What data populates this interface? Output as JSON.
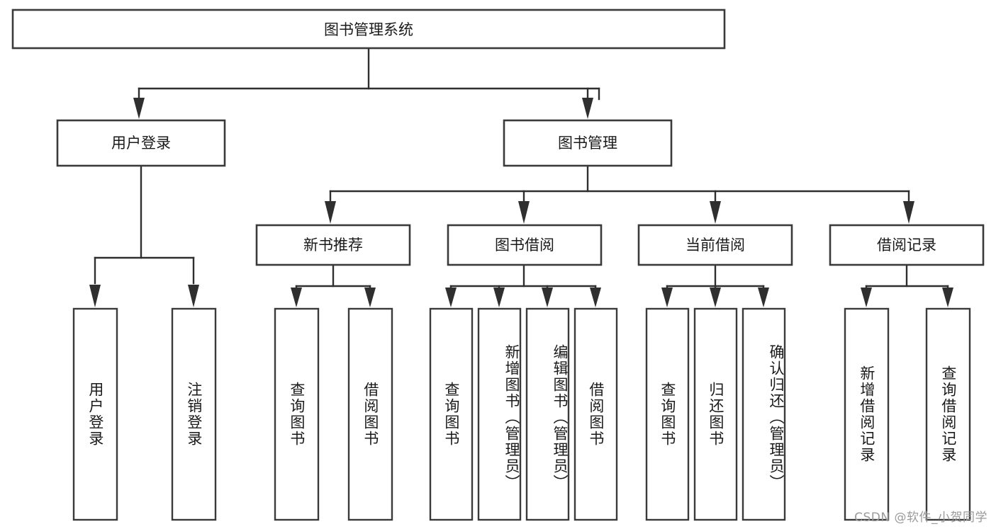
{
  "diagram": {
    "title": "图书管理系统",
    "watermark": "CSDN @软件_小贺同学",
    "colors": {
      "box_stroke": "#3a3a3a",
      "connector": "#2f2f2f",
      "background": "#ffffff",
      "text": "#1a1a1a",
      "watermark": "#9a9a9a"
    },
    "root": {
      "label": "图书管理系统"
    },
    "level1": [
      {
        "label": "用户登录"
      },
      {
        "label": "图书管理"
      }
    ],
    "level2": [
      {
        "label": "新书推荐"
      },
      {
        "label": "图书借阅"
      },
      {
        "label": "当前借阅"
      },
      {
        "label": "借阅记录"
      }
    ],
    "leaves": {
      "user_login": [
        "用户登录",
        "注销登录"
      ],
      "new_book_recommend": [
        "查询图书",
        "借阅图书"
      ],
      "book_borrow": [
        "查询图书",
        "新增图书（管理员）",
        "编辑图书（管理员）",
        "借阅图书"
      ],
      "current_borrow": [
        "查询图书",
        "归还图书",
        "确认归还（管理员）"
      ],
      "borrow_record": [
        "新增借阅记录",
        "查询借阅记录"
      ]
    }
  },
  "chart_data": {
    "type": "table",
    "title": "图书管理系统",
    "nodes": [
      {
        "id": "root",
        "label": "图书管理系统",
        "level": 0,
        "parent": null
      },
      {
        "id": "user-login",
        "label": "用户登录",
        "level": 1,
        "parent": "root"
      },
      {
        "id": "book-manage",
        "label": "图书管理",
        "level": 1,
        "parent": "root"
      },
      {
        "id": "new-book",
        "label": "新书推荐",
        "level": 2,
        "parent": "book-manage"
      },
      {
        "id": "book-borrow",
        "label": "图书借阅",
        "level": 2,
        "parent": "book-manage"
      },
      {
        "id": "current-borrow",
        "label": "当前借阅",
        "level": 2,
        "parent": "book-manage"
      },
      {
        "id": "borrow-record",
        "label": "借阅记录",
        "level": 2,
        "parent": "book-manage"
      },
      {
        "id": "leaf-1",
        "label": "用户登录",
        "level": 2,
        "parent": "user-login"
      },
      {
        "id": "leaf-2",
        "label": "注销登录",
        "level": 2,
        "parent": "user-login"
      },
      {
        "id": "leaf-3",
        "label": "查询图书",
        "level": 3,
        "parent": "new-book"
      },
      {
        "id": "leaf-4",
        "label": "借阅图书",
        "level": 3,
        "parent": "new-book"
      },
      {
        "id": "leaf-5",
        "label": "查询图书",
        "level": 3,
        "parent": "book-borrow"
      },
      {
        "id": "leaf-6",
        "label": "新增图书（管理员）",
        "level": 3,
        "parent": "book-borrow"
      },
      {
        "id": "leaf-7",
        "label": "编辑图书（管理员）",
        "level": 3,
        "parent": "book-borrow"
      },
      {
        "id": "leaf-8",
        "label": "借阅图书",
        "level": 3,
        "parent": "book-borrow"
      },
      {
        "id": "leaf-9",
        "label": "查询图书",
        "level": 3,
        "parent": "current-borrow"
      },
      {
        "id": "leaf-10",
        "label": "归还图书",
        "level": 3,
        "parent": "current-borrow"
      },
      {
        "id": "leaf-11",
        "label": "确认归还（管理员）",
        "level": 3,
        "parent": "current-borrow"
      },
      {
        "id": "leaf-12",
        "label": "新增借阅记录",
        "level": 3,
        "parent": "borrow-record"
      },
      {
        "id": "leaf-13",
        "label": "查询借阅记录",
        "level": 3,
        "parent": "borrow-record"
      }
    ]
  }
}
